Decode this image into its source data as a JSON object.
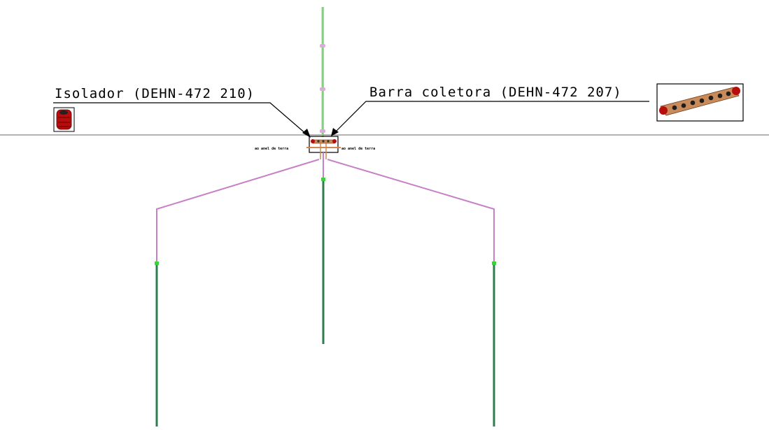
{
  "labels": {
    "insulator": "Isolador (DEHN-472 210)",
    "busbar": "Barra coletora (DEHN-472 207)",
    "ring_left": "ao anel de terra",
    "ring_right": "ao anel de terra"
  },
  "colors": {
    "ground_line": "#9a9a9a",
    "cable": "#c77fc7",
    "rod_upper": "#8ed88a",
    "rod_lower": "#2f7d4f",
    "insulator_red": "#b80d0d",
    "busbar_brown": "#c98b5a",
    "leader": "#000000"
  }
}
